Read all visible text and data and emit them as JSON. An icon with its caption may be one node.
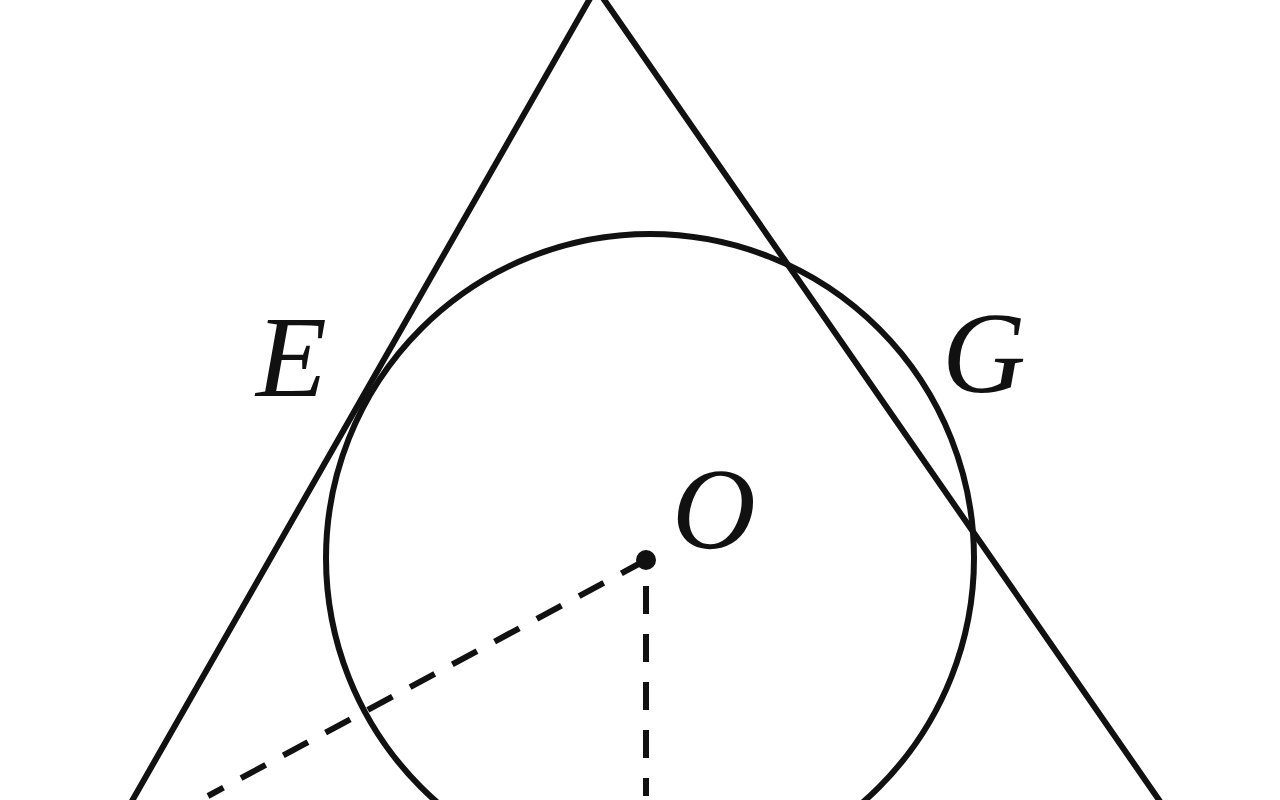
{
  "diagram": {
    "labels": [
      "E",
      "G",
      "O"
    ]
  }
}
